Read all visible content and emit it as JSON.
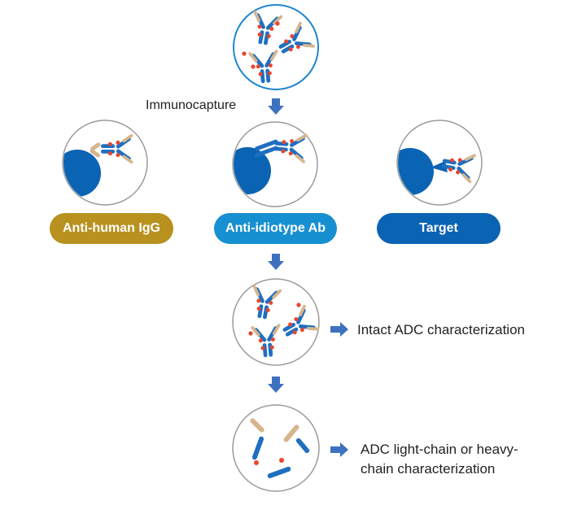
{
  "labels": {
    "immunocapture": "Immunocapture",
    "intact": "Intact ADC characterization",
    "chains_line1": "ADC light-chain or heavy-",
    "chains_line2": "chain characterization"
  },
  "capture_reagents": [
    {
      "label": "Anti-human IgG",
      "color": "#b8911f"
    },
    {
      "label": "Anti-idiotype Ab",
      "color": "#1790d2"
    },
    {
      "label": "Target",
      "color": "#0b63b3"
    }
  ],
  "colors": {
    "heavy_chain": "#1f6fc0",
    "light_chain": "#d6b58e",
    "drug": "#e8452c",
    "bead": "#0b63b3",
    "arrow": "#3d71c0",
    "top_circle_border": "#1f87cc",
    "circle_border": "#9a9a9a"
  },
  "icons": [
    "antibody-icon",
    "drug-payload-icon",
    "bead-icon",
    "arrow-down-icon",
    "arrow-right-icon"
  ]
}
